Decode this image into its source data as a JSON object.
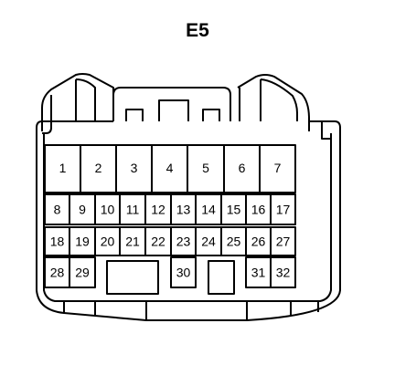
{
  "connector_id": "E5",
  "pins": [
    {
      "label": "1"
    },
    {
      "label": "2"
    },
    {
      "label": "3"
    },
    {
      "label": "4"
    },
    {
      "label": "5"
    },
    {
      "label": "6"
    },
    {
      "label": "7"
    },
    {
      "label": "8"
    },
    {
      "label": "9"
    },
    {
      "label": "10"
    },
    {
      "label": "11"
    },
    {
      "label": "12"
    },
    {
      "label": "13"
    },
    {
      "label": "14"
    },
    {
      "label": "15"
    },
    {
      "label": "16"
    },
    {
      "label": "17"
    },
    {
      "label": "18"
    },
    {
      "label": "19"
    },
    {
      "label": "20"
    },
    {
      "label": "21"
    },
    {
      "label": "22"
    },
    {
      "label": "23"
    },
    {
      "label": "24"
    },
    {
      "label": "25"
    },
    {
      "label": "26"
    },
    {
      "label": "27"
    },
    {
      "label": "28"
    },
    {
      "label": "29"
    },
    {
      "label": "30"
    },
    {
      "label": "31"
    },
    {
      "label": "32"
    }
  ]
}
